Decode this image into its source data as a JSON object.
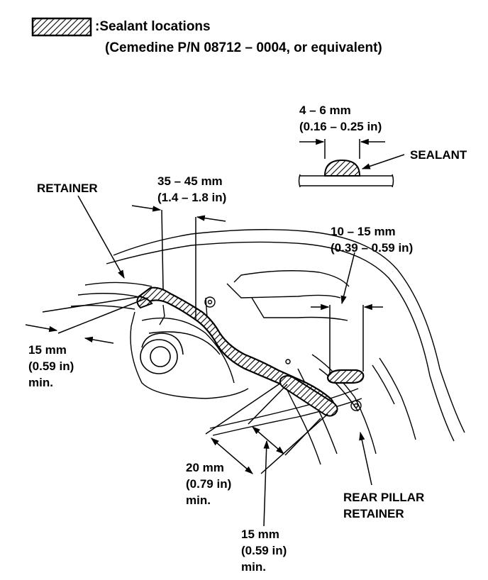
{
  "legend": {
    "label": ":Sealant locations",
    "product": "(Cemedine P/N 08712 – 0004, or equivalent)"
  },
  "callouts": {
    "bead_width": {
      "mm": "4 – 6 mm",
      "in": "(0.16 – 0.25 in)"
    },
    "sealant": "SEALANT",
    "retainer": "RETAINER",
    "spacing_top": {
      "mm": "35 – 45 mm",
      "in": "(1.4 – 1.8 in)"
    },
    "spacing_right": {
      "mm": "10 – 15 mm",
      "in": "(0.39 – 0.59 in)"
    },
    "left_min": {
      "mm": "15 mm",
      "in": "(0.59 in)",
      "suffix": "min."
    },
    "bottom_20": {
      "mm": "20 mm",
      "in": "(0.79 in)",
      "suffix": "min."
    },
    "bottom_15": {
      "mm": "15 mm",
      "in": "(0.59 in)",
      "suffix": "min."
    },
    "rear_pillar_retainer": {
      "line1": "REAR PILLAR",
      "line2": "RETAINER"
    }
  },
  "colors": {
    "ink": "#000000",
    "paper": "#ffffff"
  }
}
